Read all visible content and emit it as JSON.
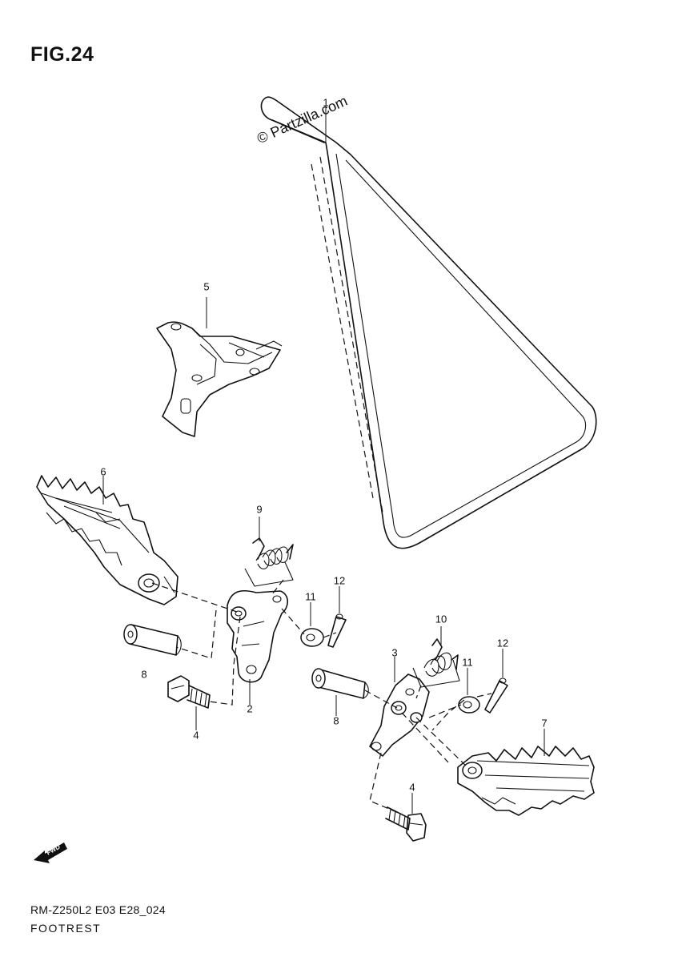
{
  "figure": {
    "title": "FIG.24",
    "watermark": "© Partzilla.com",
    "footer_code": "RM-Z250L2 E03 E28_024",
    "footer_name": "FOOTREST",
    "fwd_label": "FWD"
  },
  "callouts": {
    "c1": "1",
    "c2": "2",
    "c3": "3",
    "c4a": "4",
    "c4b": "4",
    "c5": "5",
    "c6": "6",
    "c7": "7",
    "c8a": "8",
    "c8b": "8",
    "c9": "9",
    "c10": "10",
    "c11a": "11",
    "c11b": "11",
    "c12a": "12",
    "c12b": "12"
  }
}
